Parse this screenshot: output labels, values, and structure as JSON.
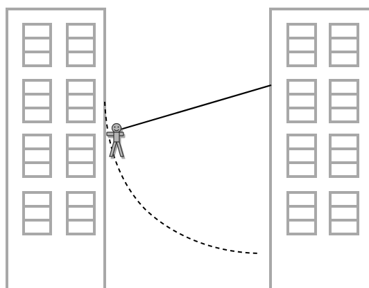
{
  "colors": {
    "building_outline": "#a8a8a8",
    "window_outline": "#a8a8a8",
    "rope": "#000000",
    "swing_path": "#000000",
    "figure_fill": "#b5b5b5",
    "figure_outline": "#333333",
    "background": "#ffffff"
  },
  "scene": {
    "left_building": {
      "window_columns": 2,
      "window_groups": 4,
      "window_group_shape": "stacked-3-pane"
    },
    "right_building": {
      "window_columns": 2,
      "window_groups": 4,
      "window_group_shape": "stacked-3-pane"
    },
    "rope": {
      "style": "solid",
      "from": "person",
      "to": "right-building-wall"
    },
    "swing_path": {
      "style": "dashed",
      "shape": "arc"
    },
    "person": {
      "icon": "stick-figure-icon",
      "expression": "smiling"
    }
  }
}
